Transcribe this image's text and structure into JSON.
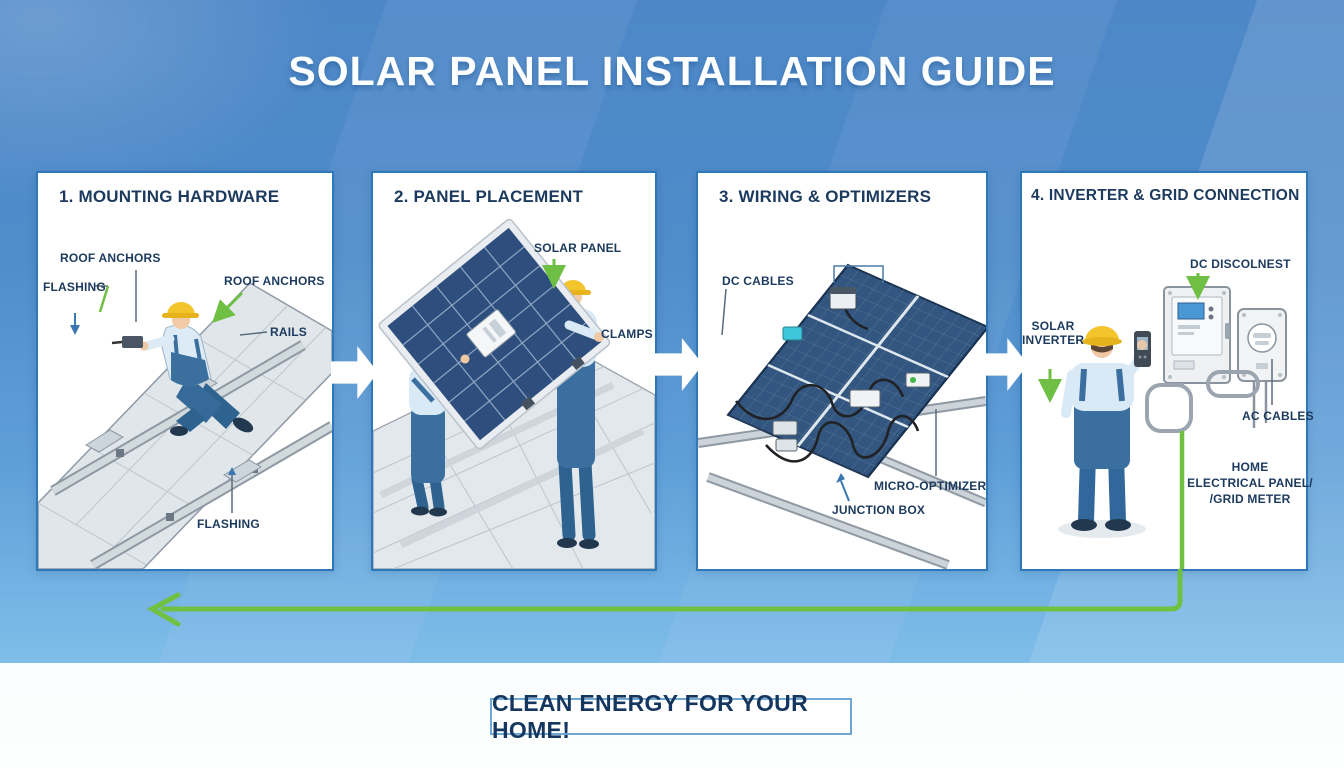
{
  "title": "SOLAR PANEL INSTALLATION GUIDE",
  "badge": "CLEAN ENERGY FOR YOUR HOME!",
  "colors": {
    "background_blue": "#4f8cca",
    "accent_green": "#6fbf44",
    "card_border": "#2e77b8",
    "label_text": "#1c3a5e",
    "hard_hat_yellow": "#f3c42b",
    "panel_blue": "#2e4f7d"
  },
  "icons": {
    "flow_arrow": "right-arrow",
    "return_arrow": "left-arrow"
  },
  "steps": [
    {
      "title": "1. MOUNTING HARDWARE",
      "labels": {
        "roof_anchors_left": "ROOF ANCHORS",
        "flashing_left": "FLASHING",
        "roof_anchors_right": "ROOF ANCHORS",
        "rails": "RAILS",
        "flashing_bottom": "FLASHING"
      }
    },
    {
      "title": "2. PANEL PLACEMENT",
      "labels": {
        "solar_panel": "SOLAR PANEL",
        "clamps": "CLAMPS"
      }
    },
    {
      "title": "3. WIRING & OPTIMIZERS",
      "labels": {
        "dc_cables": "DC CABLES",
        "micro_optimizer": "MICRO-OPTIMIZER",
        "junction_box": "JUNCTION BOX"
      }
    },
    {
      "title": "4. INVERTER & GRID CONNECTION",
      "labels": {
        "dc_disconnect": "DC DISCOLNEST",
        "solar_inverter_line1": "SOLAR",
        "solar_inverter_line2": "INVERTER",
        "ac_cables": "AC CABLES",
        "home_line1": "HOME",
        "home_line2": "ELECTRICAL PANEL/",
        "home_line3": "/GRID METER"
      }
    }
  ]
}
